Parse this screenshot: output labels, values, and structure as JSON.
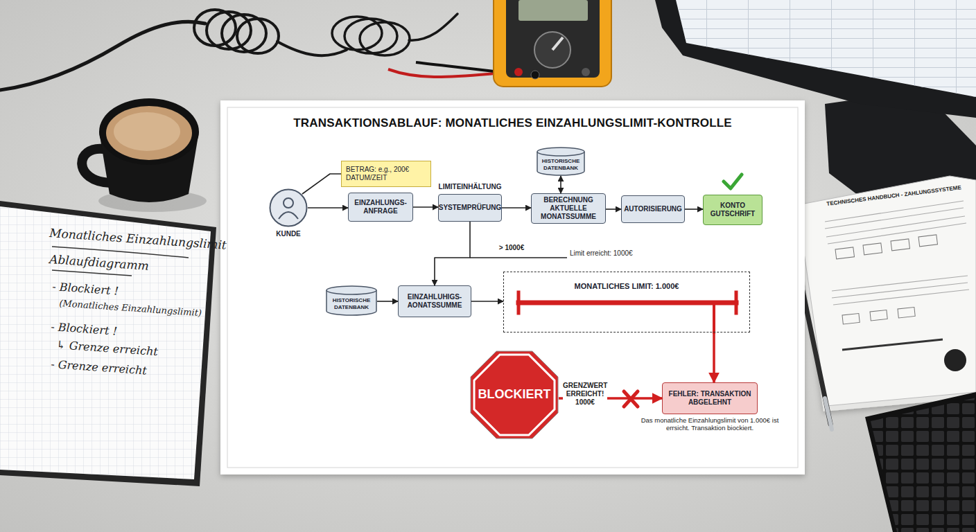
{
  "diagram": {
    "title": "TRANSAKTIONSABLAUF: MONATLICHES EINZAHLUNGSLIMIT-KONTROLLE",
    "nodes": [
      {
        "text": [
          "KUNDE"
        ]
      },
      {
        "text": [
          "BETRAG: e.g., 200€ DATUM/ZEIT"
        ]
      },
      {
        "text": [
          "EINZAHLUNGS- ANFRAGE"
        ]
      },
      {
        "text": [
          "LIMITEINHÄLTUNG",
          "SYSTEMPRÜFUNG"
        ]
      },
      {
        "text": [
          "HISTORISCHE DATENBANK"
        ]
      },
      {
        "text": [
          "BERECHNUNG AKTUELLE MONATSSUMME"
        ]
      },
      {
        "text": [
          "AUTORISIERUNG"
        ]
      },
      {
        "text": [
          "KONTO GUTSCHRIFT"
        ]
      },
      {
        "text": [
          "HISTORISCHE DATENBANK"
        ]
      },
      {
        "text": [
          "EINZAHLUHIGS- AONATSSUMME"
        ]
      },
      {
        "text": [
          "MONATLICHES LIMIT: 1.000€"
        ]
      },
      {
        "text": [
          "BLOCKIERT"
        ]
      },
      {
        "text": [
          "FEHLER: TRANSAKTION ABGELEHNT",
          "Das monatliche Einzahlungslimit von 1.000€ ist errsicht. Transaktion biockiert."
        ]
      }
    ],
    "edges": [
      {
        "from": 0,
        "to": 2,
        "arrow": "to"
      },
      {
        "from": 1,
        "to": 0,
        "arrow": "none"
      },
      {
        "from": 2,
        "to": 3,
        "arrow": "to"
      },
      {
        "from": 3,
        "to": 5,
        "arrow": "to"
      },
      {
        "from": 4,
        "to": 5,
        "arrow": "both"
      },
      {
        "from": 5,
        "to": 6,
        "arrow": "to"
      },
      {
        "from": 6,
        "to": 7,
        "arrow": "to"
      },
      {
        "from": 3,
        "to": 9,
        "label": "> 1000€",
        "arrow": "to"
      },
      {
        "from": 8,
        "to": 9,
        "arrow": "to"
      },
      {
        "from": 9,
        "to": 10,
        "arrow": "to"
      },
      {
        "from": 10,
        "to": 12,
        "arrow": "to"
      },
      {
        "from": 11,
        "to": 12,
        "label": "GRENZWERT ERREICHT! 1000€",
        "arrow": "to"
      }
    ],
    "labels": [
      "Limit erreicht: 1000€",
      "Monatliches Einzahlungslimit",
      "Ablaufdiagramm",
      "- Blockiert !",
      "(Monatliches Einzahlungslimit)",
      "- Blockiert !",
      "↳ Grenze erreicht",
      "- Grenze erreicht",
      "TECHNISCHES HANDBUCH - ZAHLUNGSSYSTEME"
    ]
  }
}
